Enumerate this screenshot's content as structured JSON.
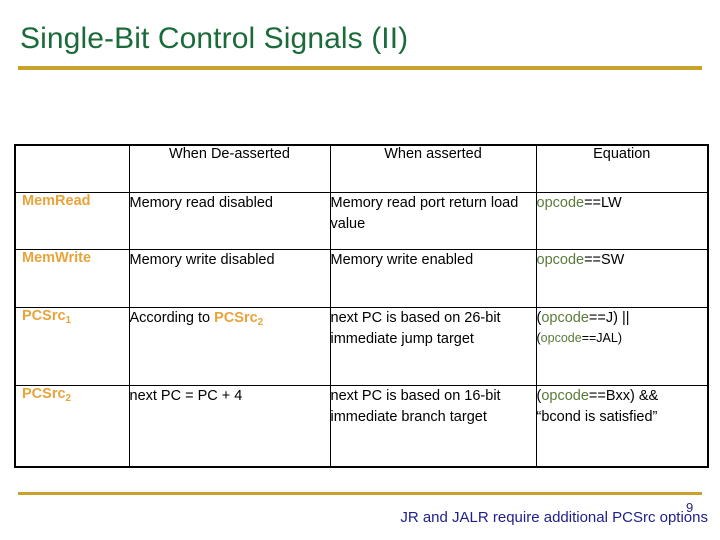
{
  "slide": {
    "title": "Single-Bit Control Signals (II)",
    "page_number": "9",
    "footer_note": "JR and JALR require additional PCSrc options",
    "colors": {
      "title_green": "#1b6b3a",
      "rule_gold": "#c8a22a",
      "signal_orange": "#e8a33a",
      "opcode_green": "#5a7a3a",
      "footer_blue": "#20208c"
    }
  },
  "table": {
    "headers": [
      "",
      "When De-asserted",
      "When asserted",
      "Equation"
    ],
    "rows": [
      {
        "signal": "Mem",
        "signal_rest": "Read",
        "signal_sub": "",
        "de_asserted": "Memory read disabled",
        "asserted": "Memory read port return load value",
        "equation_opcode": "opcode",
        "equation_rest": "==LW",
        "equation_line2_opcode": "",
        "equation_line2_rest": ""
      },
      {
        "signal": "Mem",
        "signal_rest": "Write",
        "signal_sub": "",
        "de_asserted": "Memory write disabled",
        "asserted": "Memory write enabled",
        "equation_opcode": "opcode",
        "equation_rest": "==SW",
        "equation_line2_opcode": "",
        "equation_line2_rest": ""
      },
      {
        "signal": "PCSrc",
        "signal_rest": "",
        "signal_sub": "1",
        "de_asserted_prefix": "According to ",
        "de_asserted_kw": "PCSrc",
        "de_asserted_kw_sub": "2",
        "asserted": "next PC is based on 26-bit immediate jump target",
        "equation_open": "(",
        "equation_opcode": "opcode",
        "equation_rest": "==J) ||",
        "equation_line2_open": "(",
        "equation_line2_opcode": "opcode",
        "equation_line2_rest": "==JAL)"
      },
      {
        "signal": "PCSrc",
        "signal_rest": "",
        "signal_sub": "2",
        "de_asserted": "next PC = PC + 4",
        "asserted": "next PC is based on 16-bit immediate branch target",
        "equation_open": "(",
        "equation_opcode": "opcode",
        "equation_rest": "==Bxx) &&",
        "equation_line2_open": "",
        "equation_line2_opcode": "",
        "equation_line2_rest": "“bcond is satisfied”"
      }
    ]
  }
}
